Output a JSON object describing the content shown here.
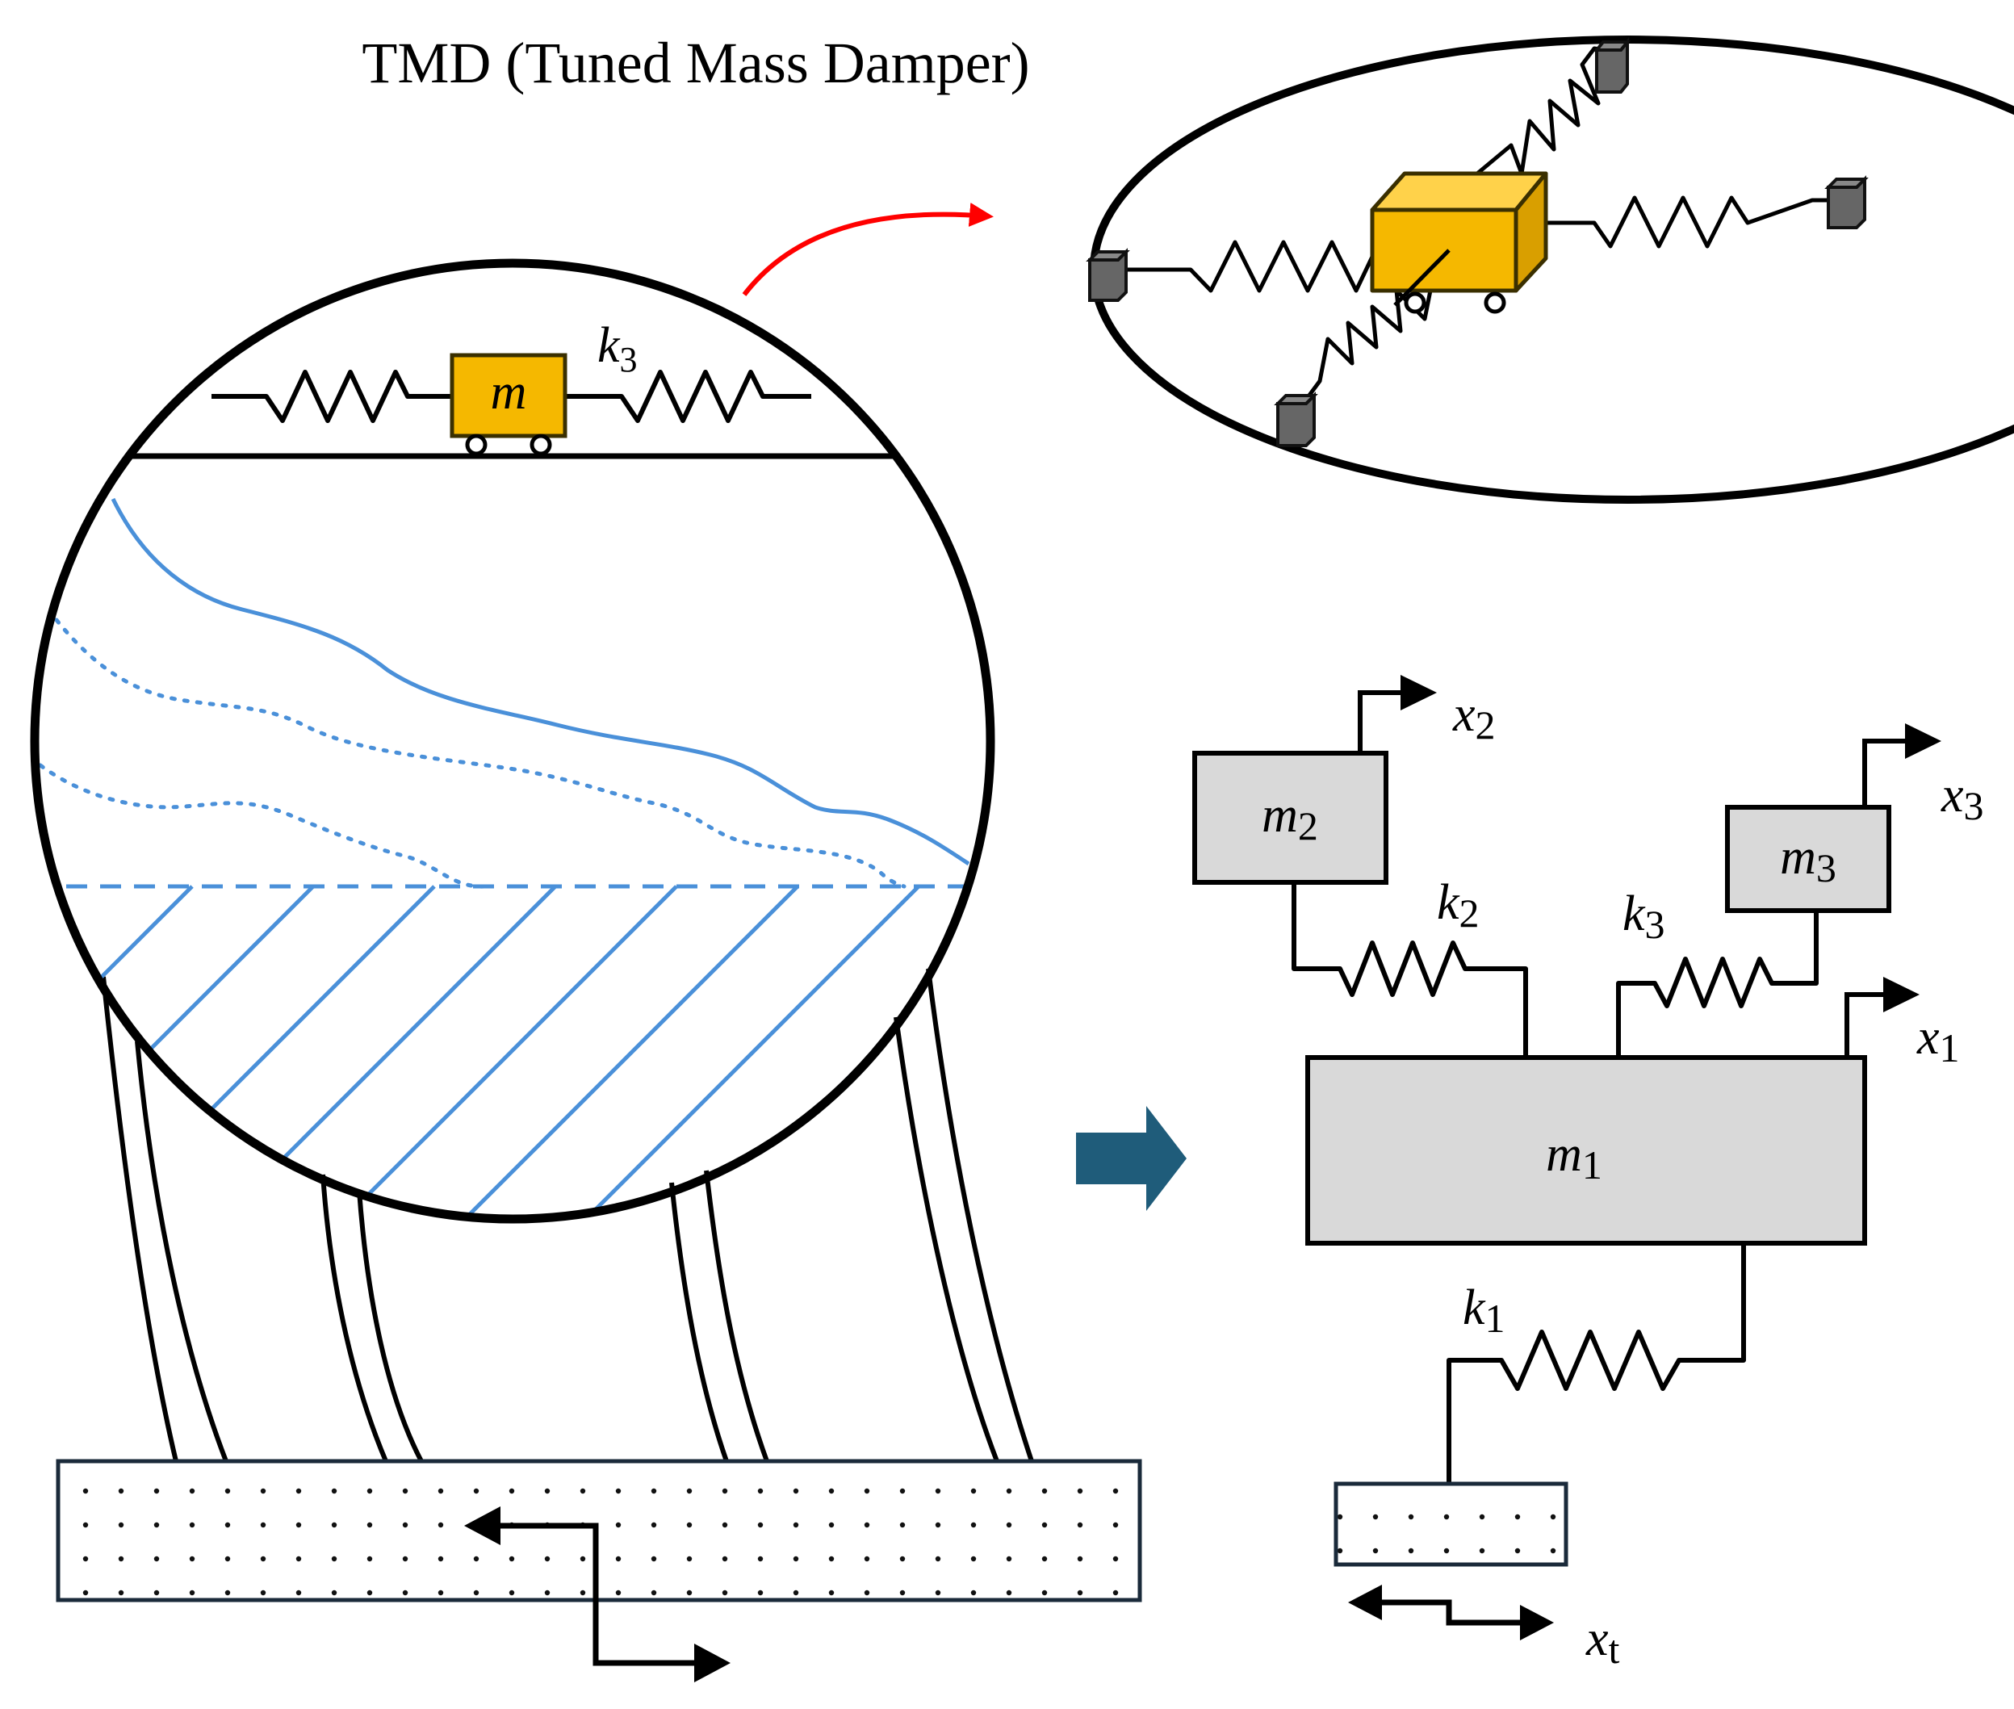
{
  "title": "TMD (Tuned Mass Damper)",
  "labels": {
    "tmd_mass": "m",
    "tank_spring": {
      "base": "k",
      "sub": "3"
    },
    "m1": {
      "base": "m",
      "sub": "1"
    },
    "m2": {
      "base": "m",
      "sub": "2"
    },
    "m3": {
      "base": "m",
      "sub": "3"
    },
    "k1": {
      "base": "k",
      "sub": "1"
    },
    "k2": {
      "base": "k",
      "sub": "2"
    },
    "k3": {
      "base": "k",
      "sub": "3"
    },
    "x1": {
      "base": "x",
      "sub": "1"
    },
    "x2": {
      "base": "x",
      "sub": "2"
    },
    "x3": {
      "base": "x",
      "sub": "3"
    },
    "xt": {
      "base": "x",
      "sub": "t"
    }
  },
  "icons": {
    "callout_arrow": "red-curved-arrow-icon",
    "transform_arrow": "block-right-arrow-icon",
    "ground_motion": "double-headed-arrow-icon",
    "displacement": "right-arrow-icon"
  },
  "colors": {
    "stroke": "#000000",
    "tmd_mass_fill": "#F5B800",
    "tmd_mass_outline": "#3a2f00",
    "mass_fill": "#D9D9D9",
    "liquid": "#4A90D9",
    "callout_arrow": "#FF0000",
    "transform_arrow": "#1F5C7A",
    "anchor_fill": "#666666",
    "ground_outline": "#1a2a3a"
  }
}
